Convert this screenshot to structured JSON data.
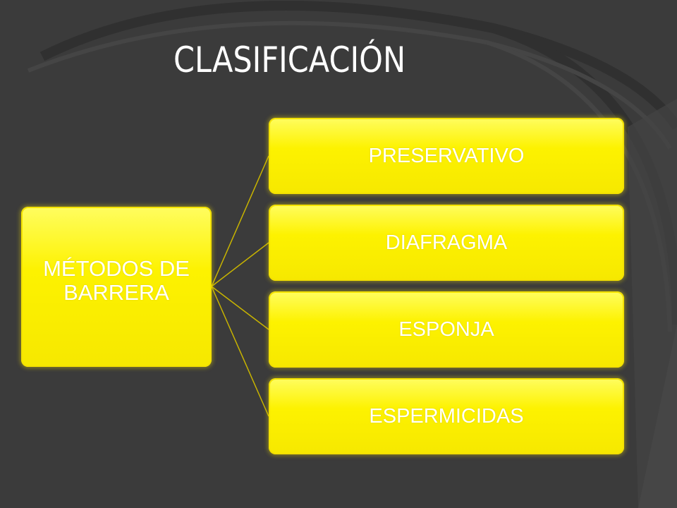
{
  "title": "CLASIFICACIÓN",
  "diagram": {
    "root": {
      "label": "MÉTODOS DE BARRERA"
    },
    "children": [
      {
        "label": "PRESERVATIVO"
      },
      {
        "label": "DIAFRAGMA"
      },
      {
        "label": "ESPONJA"
      },
      {
        "label": "ESPERMICIDAS"
      }
    ]
  },
  "colors": {
    "background": "#3a3a3a",
    "node_fill": "#fdf200",
    "connector": "#c8b400",
    "text": "#ffffff"
  }
}
